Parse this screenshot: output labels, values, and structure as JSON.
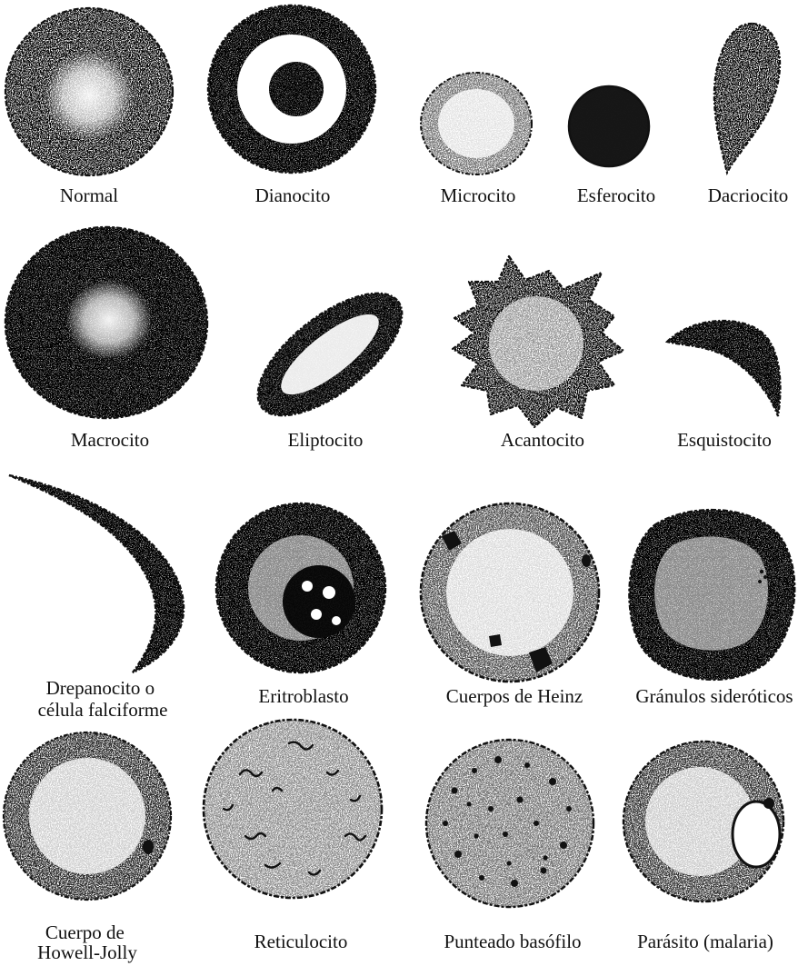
{
  "colors": {
    "ink": "#111111",
    "paper": "#ffffff"
  },
  "cells": [
    {
      "id": "normal",
      "icon": "normal-red-cell",
      "lines": [
        "Normal"
      ]
    },
    {
      "id": "dianocito",
      "icon": "target-cell",
      "lines": [
        "Dianocito"
      ]
    },
    {
      "id": "microcito",
      "icon": "small-cell",
      "lines": [
        "Microcito"
      ]
    },
    {
      "id": "esferocito",
      "icon": "dense-sphere-cell",
      "lines": [
        "Esferocito"
      ]
    },
    {
      "id": "dacriocito",
      "icon": "teardrop-cell",
      "lines": [
        "Dacriocito"
      ]
    },
    {
      "id": "macrocito",
      "icon": "large-cell",
      "lines": [
        "Macrocito"
      ]
    },
    {
      "id": "eliptocito",
      "icon": "elliptical-cell",
      "lines": [
        "Eliptocito"
      ]
    },
    {
      "id": "acantocito",
      "icon": "spiked-cell",
      "lines": [
        "Acantocito"
      ]
    },
    {
      "id": "esquistocito",
      "icon": "fragment-cell",
      "lines": [
        "Esquistocito"
      ]
    },
    {
      "id": "drepanocito",
      "icon": "sickle-cell",
      "lines": [
        "Drepanocito o",
        "célula falciforme"
      ]
    },
    {
      "id": "eritroblasto",
      "icon": "nucleated-cell",
      "lines": [
        "Eritroblasto"
      ]
    },
    {
      "id": "heinz",
      "icon": "heinz-body-cell",
      "lines": [
        "Cuerpos de Heinz"
      ]
    },
    {
      "id": "sideroticos",
      "icon": "siderotic-granule-cell",
      "lines": [
        "Gránulos sideróticos"
      ]
    },
    {
      "id": "howell-jolly",
      "icon": "howell-jolly-cell",
      "lines": [
        "Cuerpo de",
        "Howell-Jolly"
      ]
    },
    {
      "id": "reticulocito",
      "icon": "reticulocyte-cell",
      "lines": [
        "Reticulocito"
      ]
    },
    {
      "id": "punteado",
      "icon": "stippled-cell",
      "lines": [
        "Punteado basófilo"
      ]
    },
    {
      "id": "malaria",
      "icon": "malaria-parasite-cell",
      "lines": [
        "Parásito (malaria)"
      ]
    }
  ]
}
